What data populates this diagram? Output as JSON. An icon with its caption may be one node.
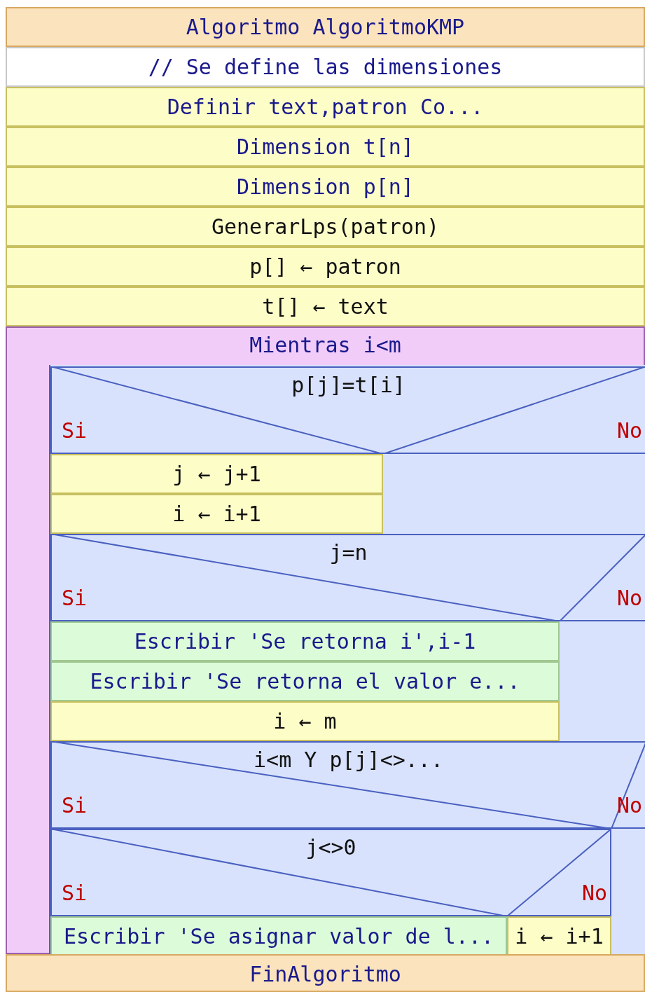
{
  "diagram": {
    "nodes": [
      {
        "text": [
          "Algoritmo AlgoritmoKMP"
        ]
      },
      {
        "text": [
          "// Se define las dimensiones"
        ]
      },
      {
        "text": [
          "Definir text,patron Co..."
        ]
      },
      {
        "text": [
          "Dimension t[n]"
        ]
      },
      {
        "text": [
          "Dimension p[n]"
        ]
      },
      {
        "text": [
          "GenerarLps(patron)"
        ]
      },
      {
        "text": [
          "p[] ← patron"
        ]
      },
      {
        "text": [
          "t[] ← text"
        ]
      },
      {
        "text": [
          "Mientras i<m"
        ]
      },
      {
        "text": [
          "p[j]=t[i]",
          "Si",
          "No"
        ],
        "in": 8
      },
      {
        "text": [
          "j ← j+1"
        ],
        "in": 8
      },
      {
        "text": [
          "i ← i+1"
        ],
        "in": 8
      },
      {
        "text": [
          "j=n",
          "Si",
          "No"
        ],
        "in": 8
      },
      {
        "text": [
          "Escribir 'Se retorna i',i-1"
        ],
        "in": 8
      },
      {
        "text": [
          "Escribir 'Se retorna el valor e..."
        ],
        "in": 8
      },
      {
        "text": [
          "i ← m"
        ],
        "in": 8
      },
      {
        "text": [
          "i<m Y p[j]<>...",
          "Si",
          "No"
        ],
        "in": 8
      },
      {
        "text": [
          "j<>0",
          "Si",
          "No"
        ],
        "in": 8
      },
      {
        "text": [
          "Escribir 'Se asignar valor de l..."
        ],
        "in": 8
      },
      {
        "text": [
          "i ← i+1"
        ],
        "in": 8
      },
      {
        "text": [
          "FinAlgoritmo"
        ]
      }
    ]
  }
}
